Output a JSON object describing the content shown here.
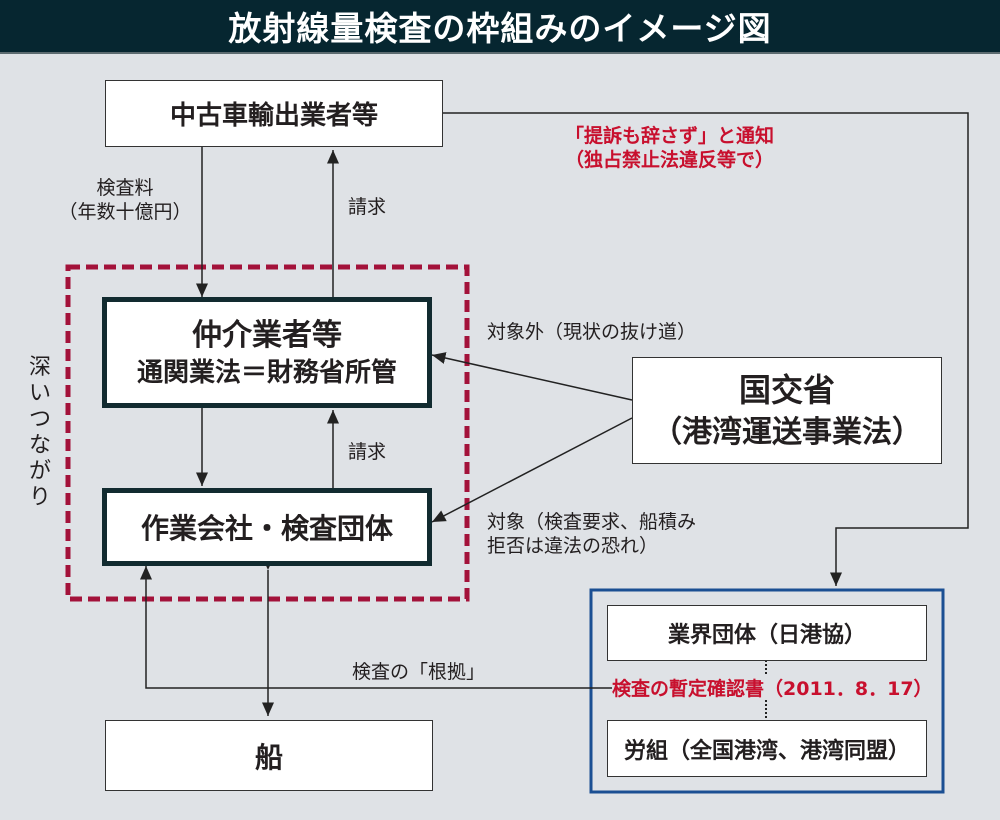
{
  "title": "放射線量検査の枠組みのイメージ図",
  "nodes": {
    "exporters": "中古車輸出業者等",
    "brokers_line1": "仲介業者等",
    "brokers_line2": "通関業法＝財務省所管",
    "workers": "作業会社・検査団体",
    "mlit_line1": "国交省",
    "mlit_line2": "（港湾運送事業法）",
    "ship": "船",
    "industry_group": "業界団体（日港協）",
    "union": "労組（全国港湾、港湾同盟）"
  },
  "labels": {
    "fee_line1": "検査料",
    "fee_line2": "（年数十億円）",
    "billing_top": "請求",
    "billing_mid": "請求",
    "not_covered": "対象外（現状の抜け道）",
    "covered_line1": "対象（検査要求、船積み",
    "covered_line2": "拒否は違法の恐れ）",
    "deep_ties": "深いつながり",
    "basis": "検査の「根拠」",
    "notice_line1": "「提訴も辞さず」と通知",
    "notice_line2": "（独占禁止法違反等で）",
    "interim_cert": "検査の暫定確認書（2011．8．17）"
  },
  "colors": {
    "title_bg": "#062630",
    "dashed_group": "#a3123a",
    "highlight_text": "#c8102e",
    "group_border": "#1b4f93"
  }
}
